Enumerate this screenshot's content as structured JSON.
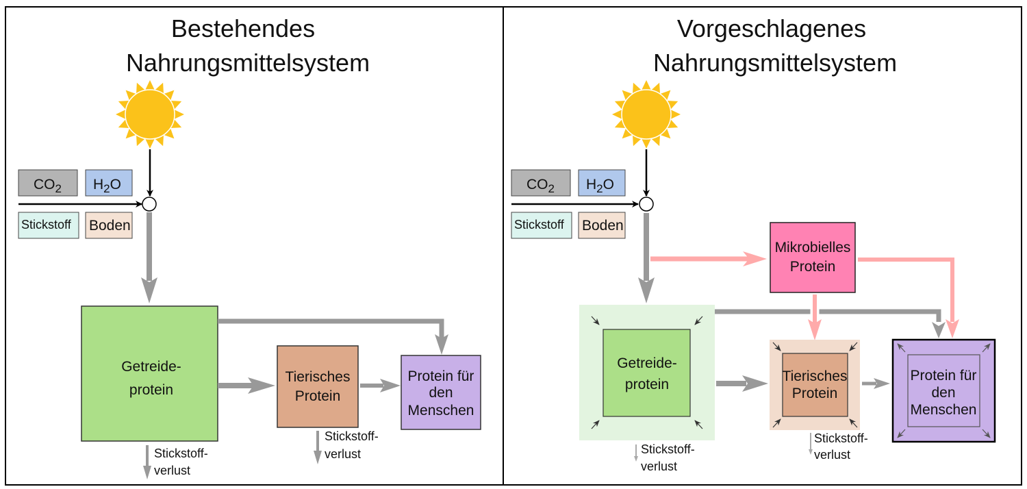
{
  "colors": {
    "grain": "#acdf88",
    "grain_halo": "#e3f4e0",
    "animal": "#dda98a",
    "animal_halo": "#f2dccd",
    "human": "#c8b0e8",
    "microbial": "#ff82b3",
    "co2": "#b4b4b4",
    "h2o": "#b0c8ec",
    "nitrogen": "#dcf4ef",
    "soil": "#f5e2d4",
    "flow_gray": "#999999",
    "flow_pink": "#ffaaaa",
    "sun": "#fbc21a"
  },
  "left_panel": {
    "title_line1": "Bestehendes",
    "title_line2": "Nahrungsmittelsystem",
    "inputs": {
      "co2": "CO",
      "co2_sub": "2",
      "h2o_h": "H",
      "h2o_sub": "2",
      "h2o_o": "O",
      "nitrogen": "Stickstoff",
      "soil": "Boden"
    },
    "grain": {
      "line1": "Getreide-",
      "line2": "protein"
    },
    "animal": {
      "line1": "Tierisches",
      "line2": "Protein"
    },
    "human": {
      "line1": "Protein für",
      "line2": "den",
      "line3": "Menschen"
    },
    "loss_grain": {
      "line1": "Stickstoff-",
      "line2": "verlust"
    },
    "loss_animal": {
      "line1": "Stickstoff-",
      "line2": "verlust"
    }
  },
  "right_panel": {
    "title_line1": "Vorgeschlagenes",
    "title_line2": "Nahrungsmittelsystem",
    "inputs": {
      "co2": "CO",
      "co2_sub": "2",
      "h2o_h": "H",
      "h2o_sub": "2",
      "h2o_o": "O",
      "nitrogen": "Stickstoff",
      "soil": "Boden"
    },
    "microbial": {
      "line1": "Mikrobielles",
      "line2": "Protein"
    },
    "grain": {
      "line1": "Getreide-",
      "line2": "protein"
    },
    "animal": {
      "line1": "Tierisches",
      "line2": "Protein"
    },
    "human": {
      "line1": "Protein für",
      "line2": "den",
      "line3": "Menschen"
    },
    "loss_grain": {
      "line1": "Stickstoff-",
      "line2": "verlust"
    },
    "loss_animal": {
      "line1": "Stickstoff-",
      "line2": "verlust"
    }
  }
}
